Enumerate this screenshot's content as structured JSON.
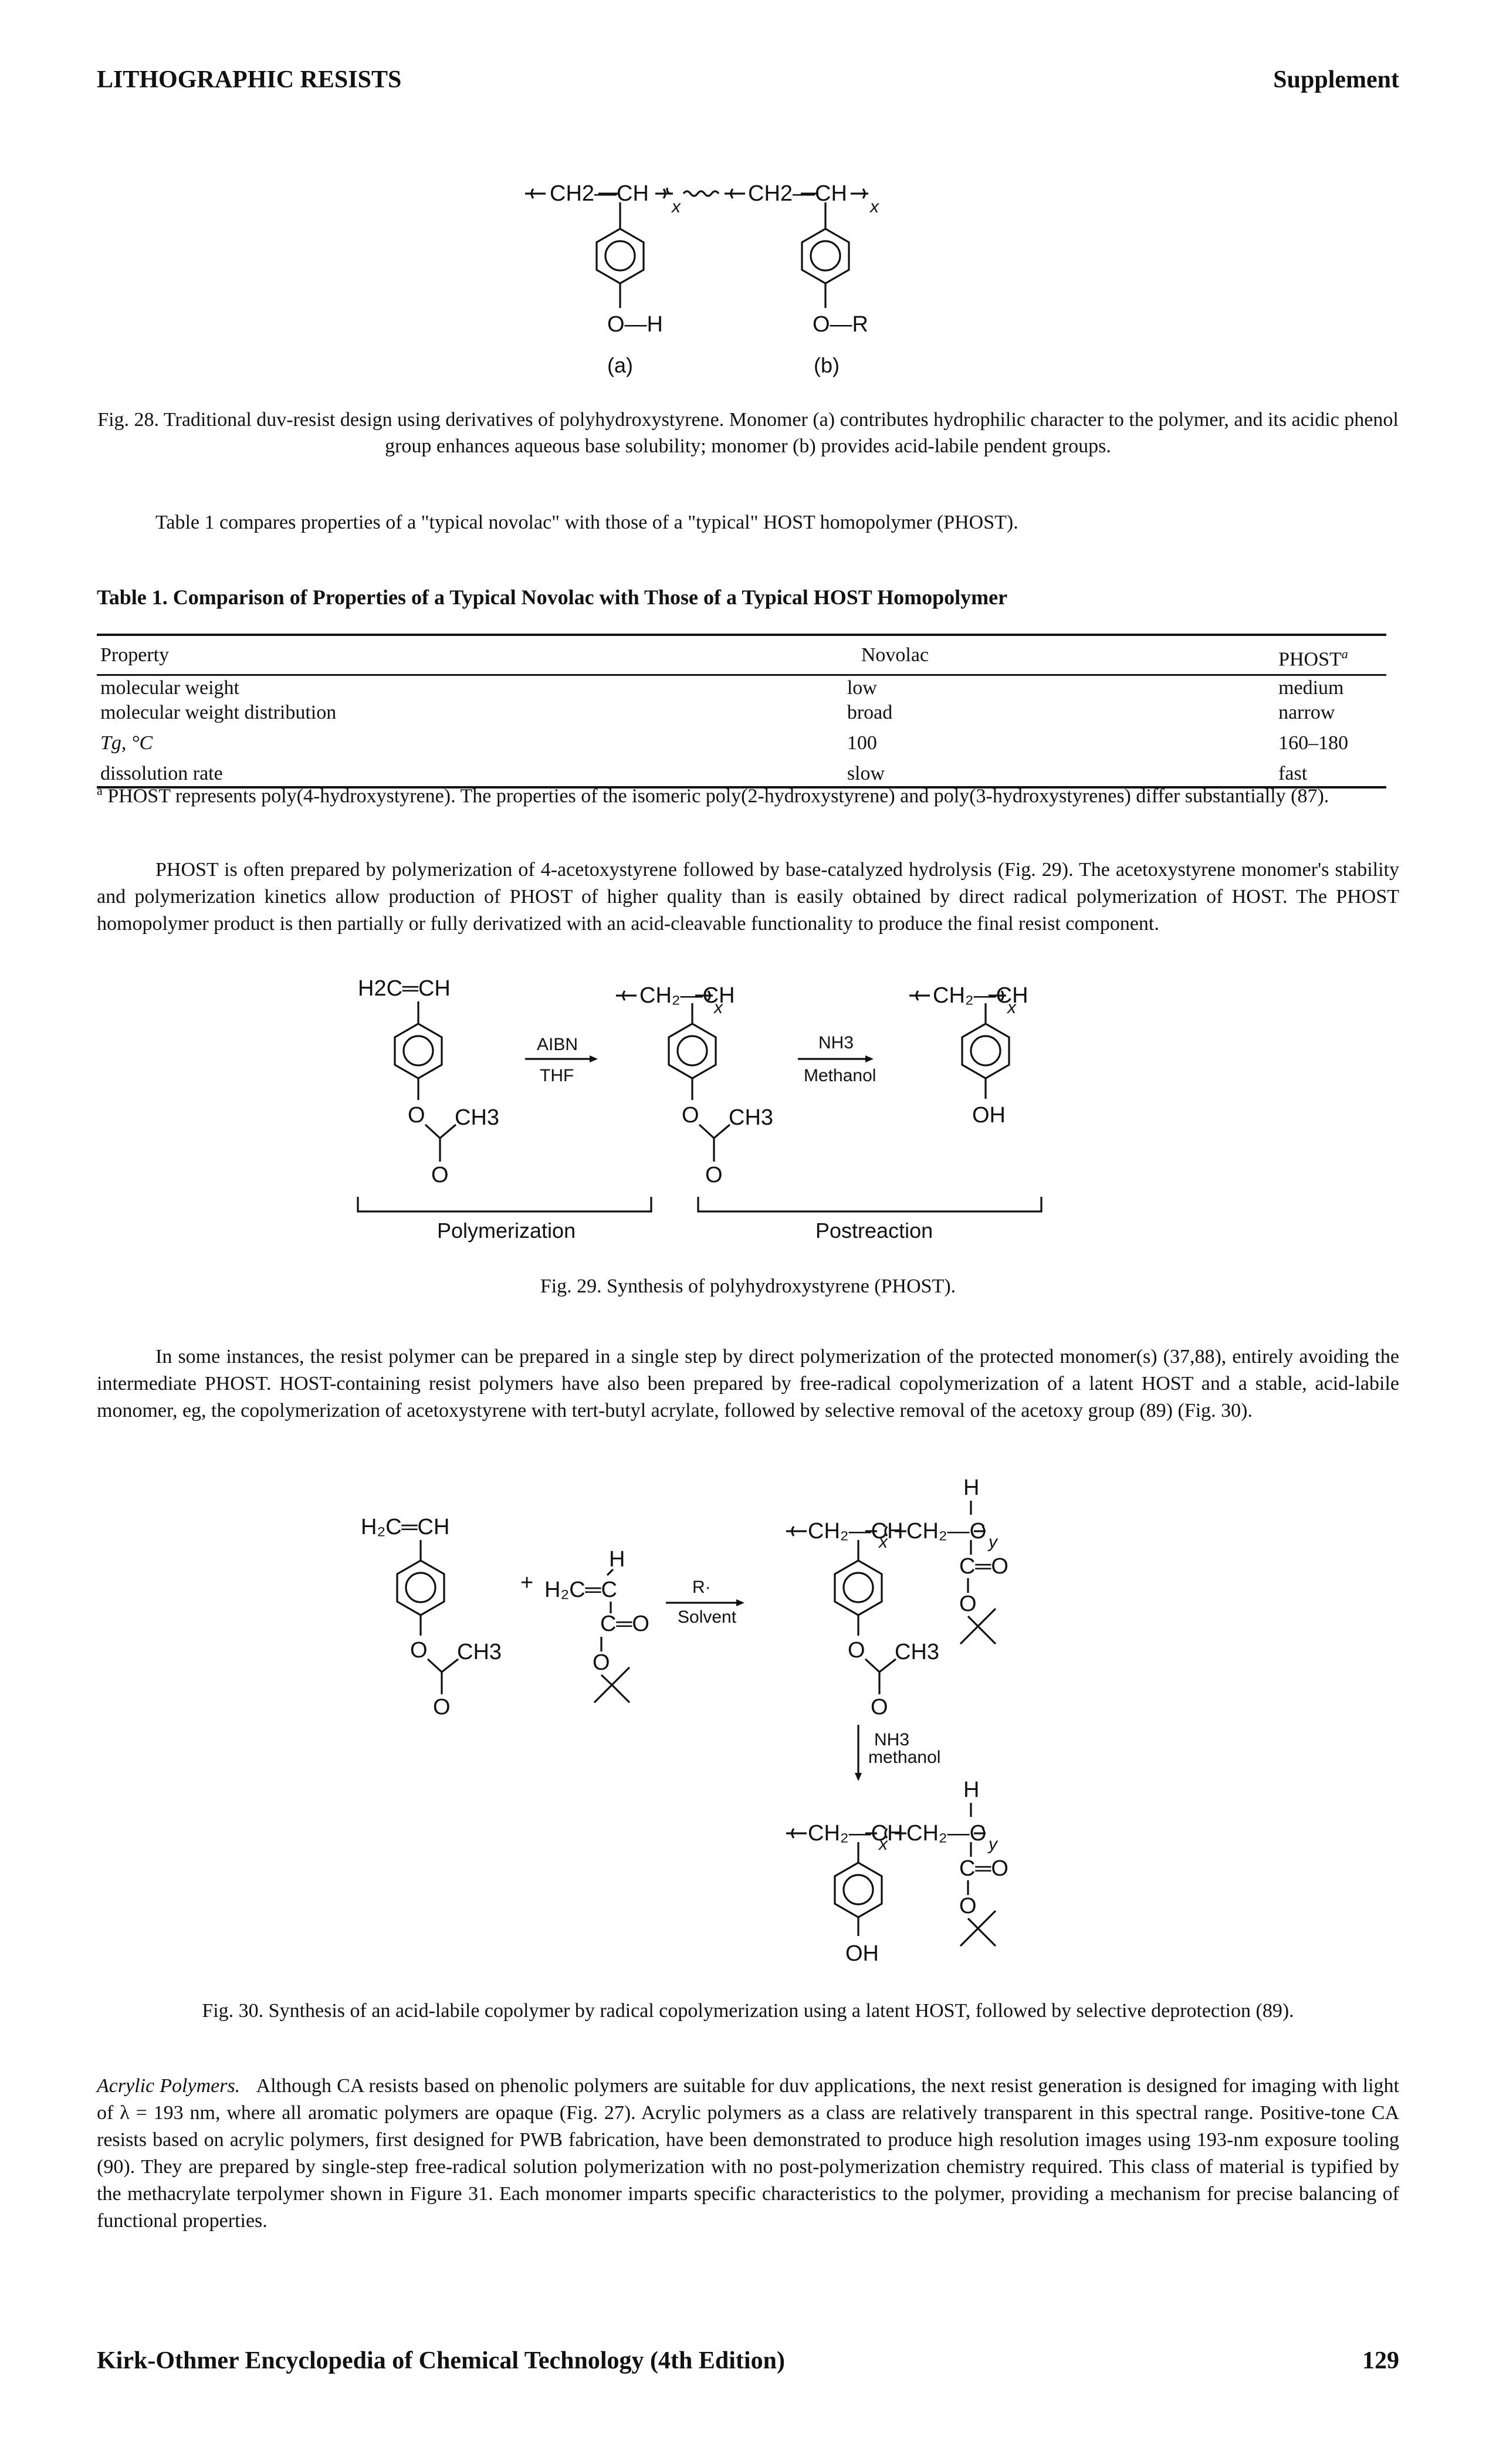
{
  "header": {
    "left": "LITHOGRAPHIC RESISTS",
    "right": "Supplement"
  },
  "fig28": {
    "left_repeat": "CH2—CH",
    "right_repeat": "CH2—CH",
    "subscript": "x",
    "substituent_a": "O—H",
    "substituent_b": "O—R",
    "label_a": "(a)",
    "label_b": "(b)",
    "caption": "Fig. 28. Traditional duv-resist design using derivatives of polyhydroxystyrene. Monomer (a) contributes hydrophilic character to the polymer, and its acidic phenol group enhances aqueous base solubility; monomer (b) provides acid-labile pendent groups."
  },
  "intro_text": "Table 1 compares properties of a \"typical novolac\" with those of a \"typical\" HOST homopolymer (PHOST).",
  "table1": {
    "title": "Table 1. Comparison of Properties of a Typical Novolac with Those of a Typical HOST Homopolymer",
    "headers": [
      "Property",
      "Novolac",
      "PHOST"
    ],
    "header_note": "a",
    "rows": [
      [
        "molecular weight",
        "low",
        "medium"
      ],
      [
        "molecular weight distribution",
        "broad",
        "narrow"
      ],
      [
        "Tg, °C",
        "100",
        "160–180"
      ],
      [
        "dissolution rate",
        "slow",
        "fast"
      ]
    ],
    "footnote_mark": "a",
    "footnote": "PHOST represents poly(4-hydroxystyrene). The properties of the isomeric poly(2-hydroxystyrene) and poly(3-hydroxystyrenes) differ substantially (87)."
  },
  "para_phost": "PHOST is often prepared by polymerization of 4-acetoxystyrene followed by base-catalyzed hydrolysis (Fig. 29). The acetoxystyrene monomer's stability and polymerization kinetics allow production of PHOST of higher quality than is easily obtained by direct radical polymerization of HOST. The PHOST homopolymer product is then partially or fully derivatized with an acid-cleavable functionality to produce the final resist component.",
  "fig29": {
    "monomer_top": "H2C═CH",
    "ch3": "CH3",
    "o": "O",
    "oh": "OH",
    "reagent1_top": "AIBN",
    "reagent1_bottom": "THF",
    "reagent2_top": "NH3",
    "reagent2_bottom": "Methanol",
    "bracket1": "Polymerization",
    "bracket2": "Postreaction",
    "caption": "Fig. 29. Synthesis of polyhydroxystyrene (PHOST)."
  },
  "para_copolymer": "In some instances, the resist polymer can be prepared in a single step by direct polymerization of the protected monomer(s) (37,88), entirely avoiding the intermediate PHOST. HOST-containing resist polymers have also been prepared by free-radical copolymerization of a latent HOST and a stable, acid-labile monomer, eg, the copolymerization of acetoxystyrene with tert-butyl acrylate, followed by selective removal of the acetoxy group (89) (Fig. 30).",
  "fig30": {
    "plus": "+",
    "reagent_top": "R·",
    "reagent_bottom": "Solvent",
    "reagent2_top": "NH3",
    "reagent2_bottom": "methanol",
    "h": "H",
    "co": "C═O",
    "x": "x",
    "y": "y",
    "caption": "Fig. 30. Synthesis of an acid-labile copolymer by radical copolymerization using a latent HOST, followed by selective deprotection (89)."
  },
  "para_acrylic": {
    "lead": "Acrylic Polymers.",
    "body": "Although CA resists based on phenolic polymers are suitable for duv applications, the next resist generation is designed for imaging with light of λ = 193 nm, where all aromatic polymers are opaque (Fig. 27). Acrylic polymers as a class are relatively transparent in this spectral range. Positive-tone CA resists based on acrylic polymers, first designed for PWB fabrication, have been demonstrated to produce high resolution images using 193-nm exposure tooling (90). They are prepared by single-step free-radical solution polymerization with no post-polymerization chemistry required. This class of material is typified by the methacrylate terpolymer shown in Figure 31. Each monomer imparts specific characteristics to the polymer, providing a mechanism for precise balancing of functional properties."
  },
  "footer": {
    "left": "Kirk-Othmer Encyclopedia of Chemical Technology (4th Edition)",
    "right": "129"
  }
}
